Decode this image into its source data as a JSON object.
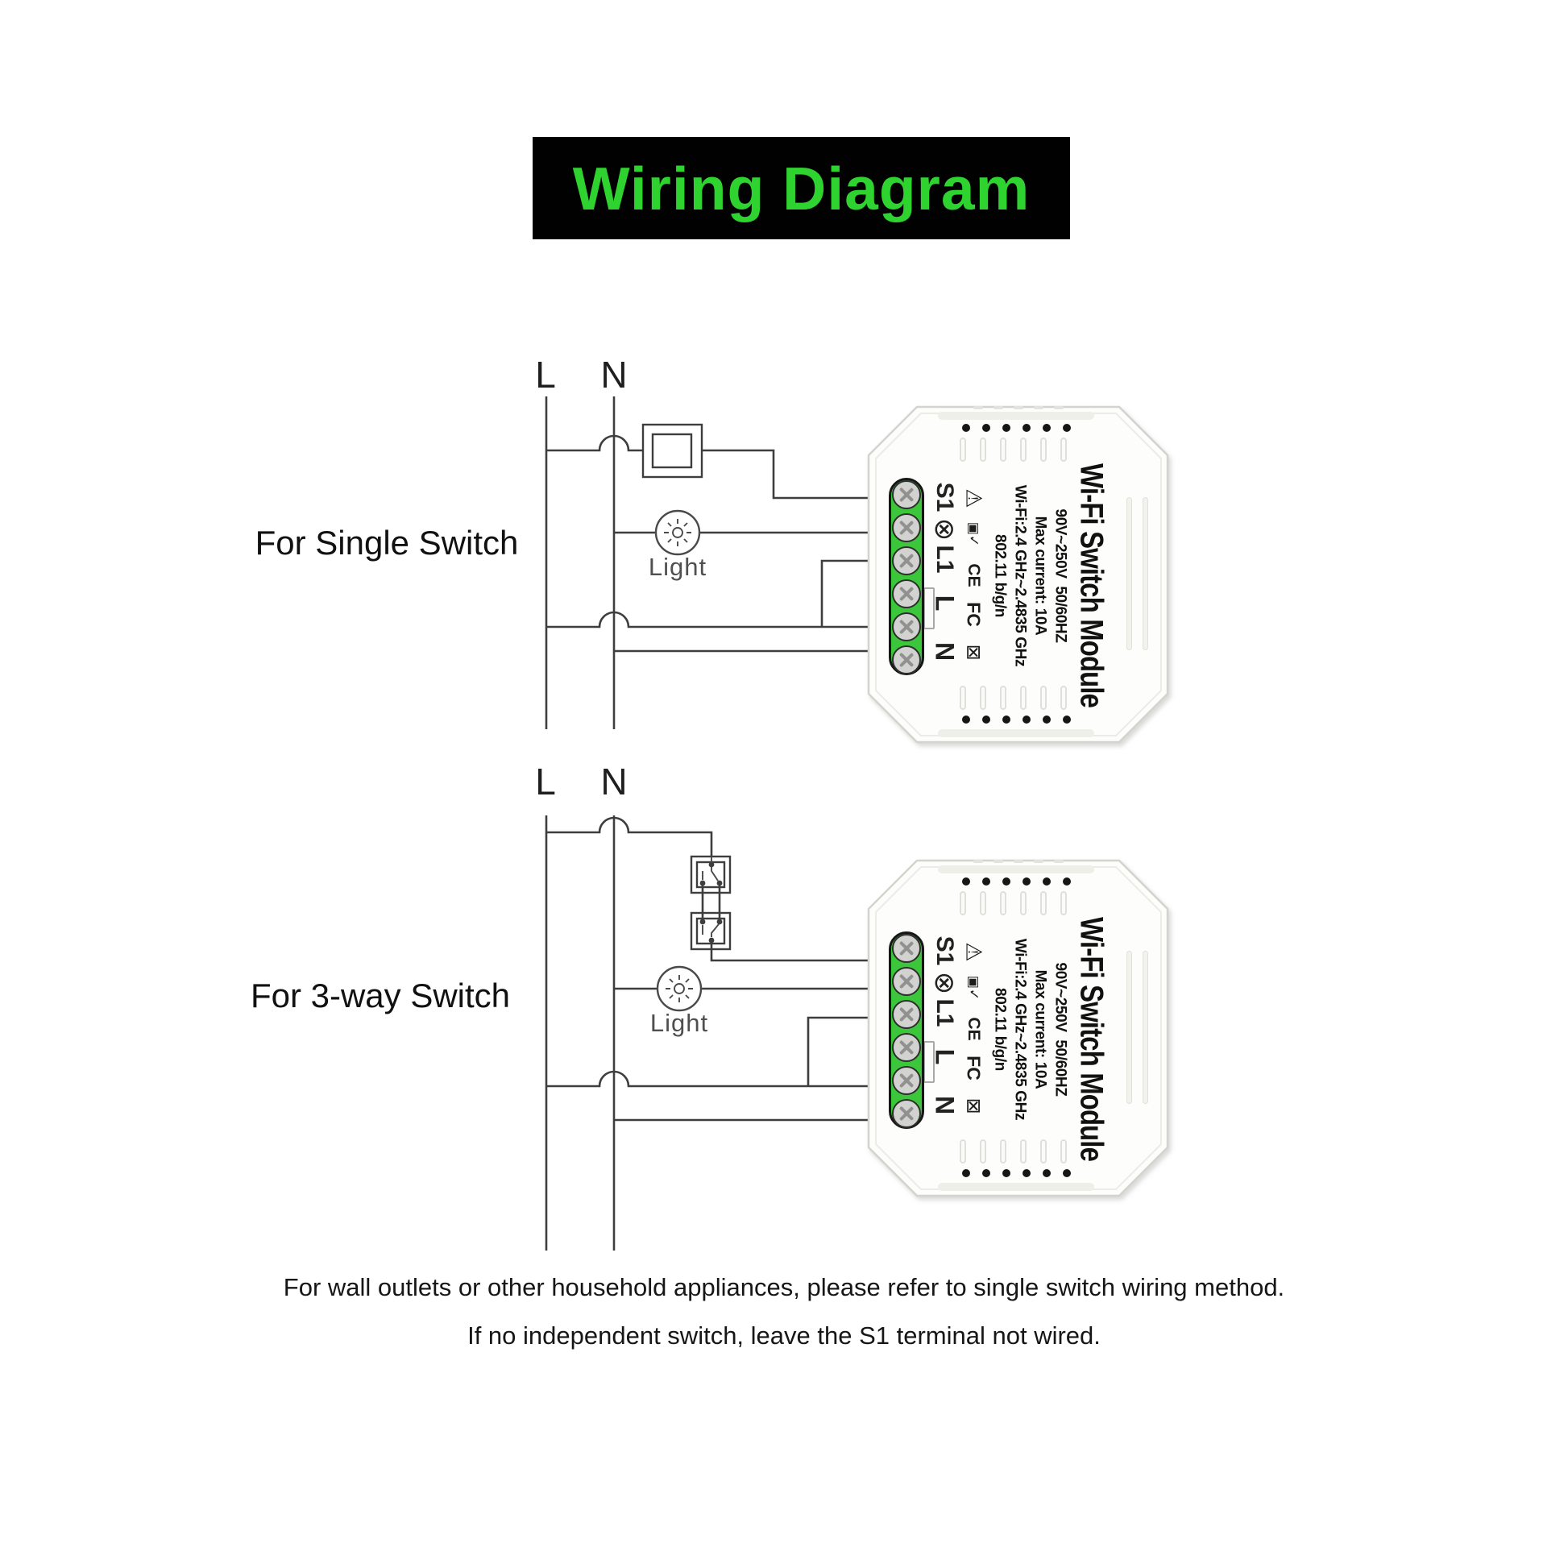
{
  "banner": {
    "title": "Wiring Diagram"
  },
  "colors": {
    "banner_bg": "#010101",
    "banner_text": "#2fd32f",
    "terminal_green": "#3cc63c",
    "wire": "#3e3e3e"
  },
  "diagrams": [
    {
      "caption": "For Single Switch",
      "line_labels": {
        "live": "L",
        "neutral": "N"
      },
      "light_label": "Light"
    },
    {
      "caption": "For 3-way Switch",
      "line_labels": {
        "live": "L",
        "neutral": "N"
      },
      "light_label": "Light"
    }
  ],
  "module": {
    "title": "Wi-Fi Switch Module",
    "specs": [
      "90V~250V  50/60HZ",
      "Max current: 10A",
      "Wi-Fi:2.4 GHz~2.4835 GHz",
      "802.11 b/g/n"
    ],
    "terminal_labels": [
      "S1",
      "⊗",
      "L1",
      "L",
      "N"
    ],
    "icons": [
      {
        "name": "warning-triangle-icon",
        "glyph": "⚠"
      },
      {
        "name": "cert-marks-icon",
        "glyph": "▣✓"
      },
      {
        "name": "ce-mark-icon",
        "glyph": "CE"
      },
      {
        "name": "fcc-mark-icon",
        "glyph": "FC"
      },
      {
        "name": "weee-bin-icon",
        "glyph": "⊠"
      }
    ]
  },
  "footer": {
    "line1": "For wall outlets or other household appliances, please refer to single switch wiring method.",
    "line2": "If no independent switch, leave the S1 terminal not wired."
  }
}
